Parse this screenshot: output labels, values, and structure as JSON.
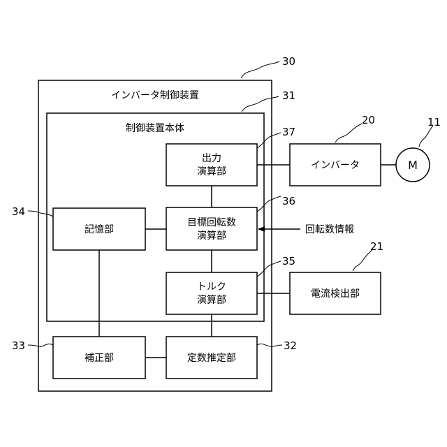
{
  "device": {
    "title": "インバータ制御装置",
    "ref": "30"
  },
  "body": {
    "title": "制御装置本体",
    "ref": "31"
  },
  "blocks": {
    "output_calc": {
      "line1": "出力",
      "line2": "演算部",
      "ref": "37"
    },
    "target_rpm_calc": {
      "line1": "目標回転数",
      "line2": "演算部",
      "ref": "36"
    },
    "torque_calc": {
      "line1": "トルク",
      "line2": "演算部",
      "ref": "35"
    },
    "memory": {
      "label": "記憶部",
      "ref": "34"
    },
    "correction": {
      "label": "補正部",
      "ref": "33"
    },
    "constant_estimation": {
      "label": "定数推定部",
      "ref": "32"
    },
    "inverter": {
      "label": "インバータ",
      "ref": "20"
    },
    "current_detector": {
      "label": "電流検出部",
      "ref": "21"
    },
    "motor": {
      "label": "M",
      "ref": "11"
    }
  },
  "signals": {
    "rpm_info": "回転数情報"
  }
}
